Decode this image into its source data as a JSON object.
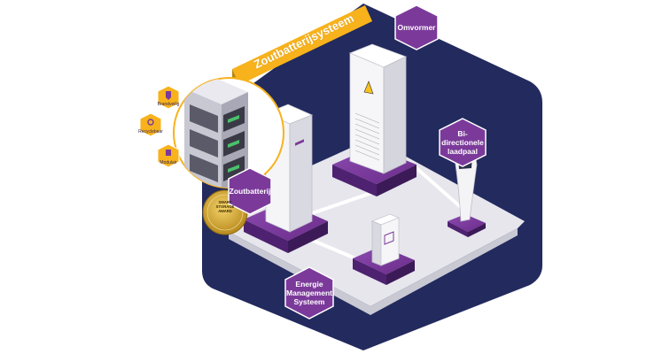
{
  "banner": {
    "title": "Zoutbatterijsysteem"
  },
  "components": {
    "omvormer": "Omvormer",
    "laadpaal": "Bi-directionele laadpaal",
    "zoutbatterij": "Zoutbatterij",
    "ems": "Energie Management Systeem"
  },
  "features": [
    "Brandveilig",
    "Recyclebaar",
    "Modulair"
  ],
  "award": {
    "line1": "SMART",
    "line2": "STORAGE",
    "line3": "AWARD"
  },
  "colors": {
    "navy": "#222a5e",
    "purple": "#7b3a9a",
    "purple_dark": "#4e2270",
    "yellow": "#f7b21c",
    "floor": "#e7e7ec",
    "white": "#ffffff"
  }
}
